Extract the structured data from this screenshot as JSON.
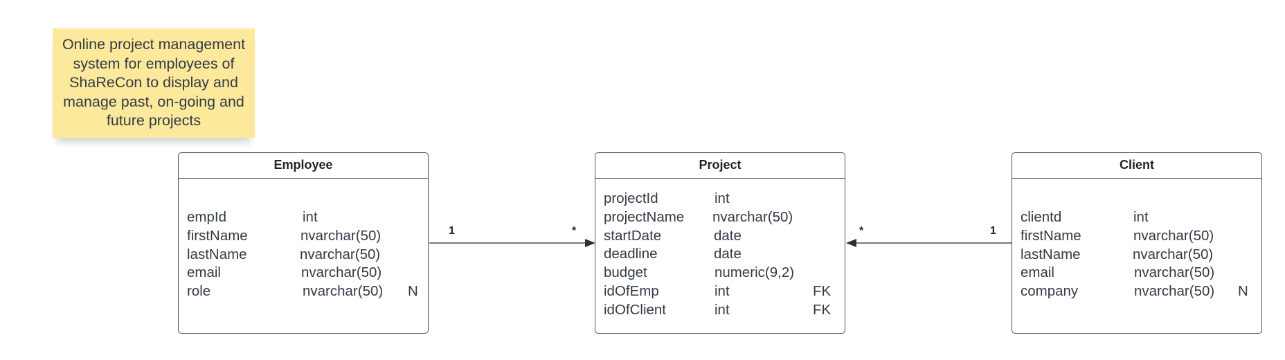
{
  "note": {
    "lines": [
      "Online project management",
      "system for employees of",
      "ShaReCon to display and",
      "manage past, on-going and",
      "future projects"
    ]
  },
  "entities": {
    "employee": {
      "title": "Employee",
      "fields": [
        {
          "name": "empId",
          "type": "int",
          "key": ""
        },
        {
          "name": "firstName",
          "type": "nvarchar(50)",
          "key": ""
        },
        {
          "name": "lastName",
          "type": "nvarchar(50)",
          "key": ""
        },
        {
          "name": "email",
          "type": "nvarchar(50)",
          "key": ""
        },
        {
          "name": "role",
          "type": "nvarchar(50)",
          "key": "N"
        }
      ]
    },
    "project": {
      "title": "Project",
      "fields": [
        {
          "name": "projectId",
          "type": "int",
          "key": ""
        },
        {
          "name": "projectName",
          "type": "nvarchar(50)",
          "key": ""
        },
        {
          "name": "startDate",
          "type": "date",
          "key": ""
        },
        {
          "name": "deadline",
          "type": "date",
          "key": ""
        },
        {
          "name": "budget",
          "type": "numeric(9,2)",
          "key": ""
        },
        {
          "name": "idOfEmp",
          "type": "int",
          "key": "FK"
        },
        {
          "name": "idOfClient",
          "type": "int",
          "key": "FK"
        }
      ]
    },
    "client": {
      "title": "Client",
      "fields": [
        {
          "name": "clientd",
          "type": "int",
          "key": ""
        },
        {
          "name": "firstName",
          "type": "nvarchar(50)",
          "key": ""
        },
        {
          "name": "lastName",
          "type": "nvarchar(50)",
          "key": ""
        },
        {
          "name": "email",
          "type": "nvarchar(50)",
          "key": ""
        },
        {
          "name": "company",
          "type": "nvarchar(50)",
          "key": "N"
        }
      ]
    }
  },
  "relationships": {
    "employee_project": {
      "from_mult": "1",
      "to_mult": "*"
    },
    "client_project": {
      "from_mult": "1",
      "to_mult": "*"
    }
  }
}
